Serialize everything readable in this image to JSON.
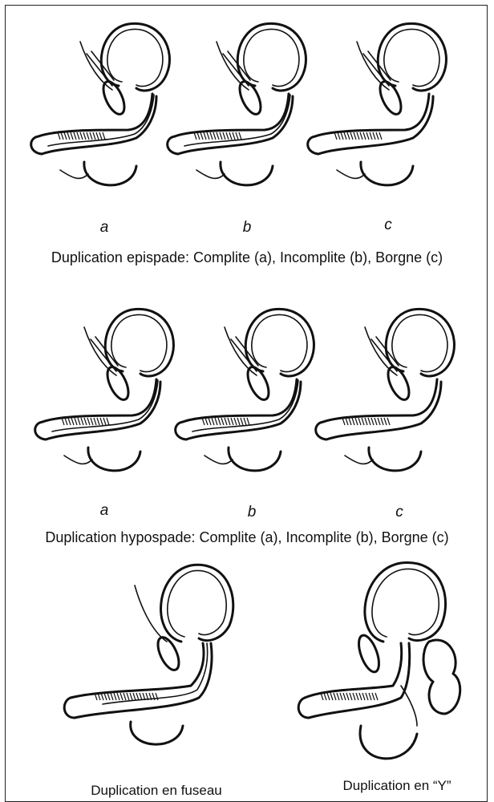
{
  "sections": [
    {
      "letters": [
        "a",
        "b",
        "c"
      ],
      "caption": "Duplication epispade: Complite (a), Incomplite (b), Borgne (c)"
    },
    {
      "letters": [
        "a",
        "b",
        "c"
      ],
      "caption": "Duplication hypospade: Complite (a), Incomplite (b), Borgne (c)"
    }
  ],
  "bottom": {
    "left_caption": "Duplication  en fuseau",
    "right_caption": "Duplication en “Y”"
  }
}
